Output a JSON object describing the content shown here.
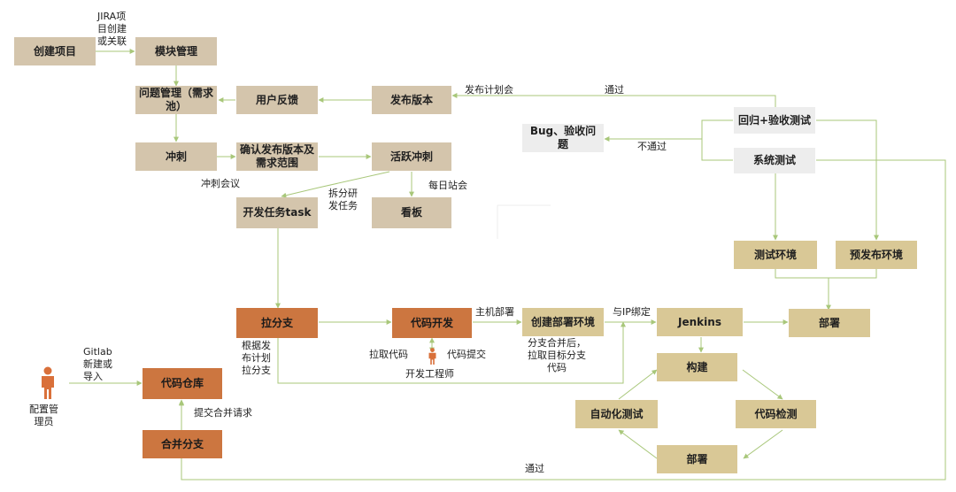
{
  "colors": {
    "tan": "#d4c5ac",
    "gold": "#d9c896",
    "orange": "#cc7640",
    "grey": "#ededed",
    "line": "#a8c77a"
  },
  "nodes": {
    "create_project": "创建项目",
    "module_mgmt": "模块管理",
    "issue_mgmt": "问题管理（需求池）",
    "user_feedback": "用户反馈",
    "release_version": "发布版本",
    "sprint": "冲刺",
    "confirm_release": "确认发布版本及需求范围",
    "active_sprint": "活跃冲刺",
    "dev_task": "开发任务task",
    "kanban": "看板",
    "regression": "回归+验收测试",
    "bug_issue": "Bug、验收问题",
    "system_test": "系统测试",
    "test_env": "测试环境",
    "preprod_env": "预发布环境",
    "pull_branch": "拉分支",
    "code_dev": "代码开发",
    "create_deploy_env": "创建部署环境",
    "jenkins": "Jenkins",
    "deploy_top": "部署",
    "build": "构建",
    "auto_test": "自动化测试",
    "code_check": "代码检测",
    "deploy_bottom": "部署",
    "code_repo": "代码仓库",
    "merge_branch": "合并分支"
  },
  "labels": {
    "jira": "JIRA项\n目创建\n或关联",
    "release_meeting": "发布计划会",
    "pass_top": "通过",
    "not_pass": "不通过",
    "sprint_meeting": "冲刺会议",
    "split_task": "拆分研\n发任务",
    "daily_standup": "每日站会",
    "host_deploy": "主机部署",
    "bind_ip": "与IP绑定",
    "branch_by_plan": "根据发\n布计划\n拉分支",
    "pull_code": "拉取代码",
    "code_submit": "代码提交",
    "dev_engineer": "开发工程师",
    "merge_pull": "分支合并后，\n拉取目标分支\n代码",
    "gitlab": "Gitlab\n新建或\n导入",
    "admin": "配置管\n理员",
    "submit_merge": "提交合并请求",
    "pass_bottom": "通过"
  }
}
